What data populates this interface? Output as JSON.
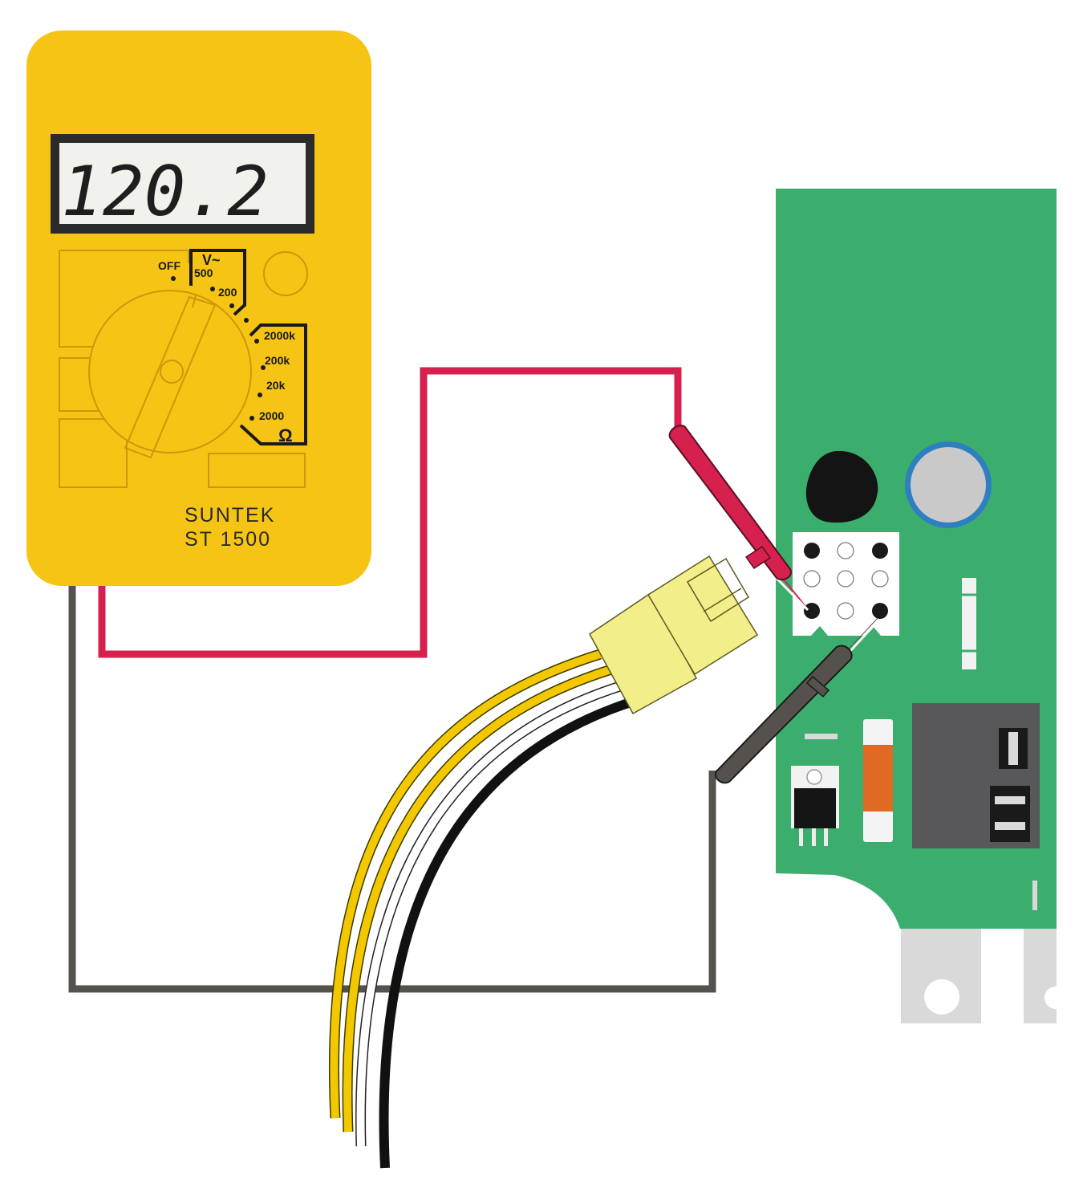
{
  "meter": {
    "display_reading": "120.2",
    "brand": "SUNTEK",
    "model": "ST 1500",
    "dial": {
      "off_label": "OFF",
      "voltage_symbol": "V~",
      "voltage_ranges": [
        "500",
        "200"
      ],
      "resistance_ranges": [
        "2000k",
        "200k",
        "20k",
        "2000"
      ],
      "resistance_symbol": "Ω"
    }
  },
  "colors": {
    "meter_body": "#F6C415",
    "lcd_background": "#F2F2EC",
    "pcb_green": "#3BAE6E",
    "red_lead": "#D6214E",
    "black_lead": "#55524D",
    "connector_yellow": "#F2EE8A",
    "wire_yellow": "#F3C800",
    "wire_white": "#FFFFFF",
    "wire_black": "#111111",
    "capacitor_blue": "#2E7FC0",
    "fuse_orange": "#E06A24",
    "relay_gray": "#58585A",
    "terminal_gray": "#D9D9D9"
  },
  "icons": {
    "dial_knob": "rotary-selector-icon",
    "ohm": "ohm-symbol-icon"
  }
}
